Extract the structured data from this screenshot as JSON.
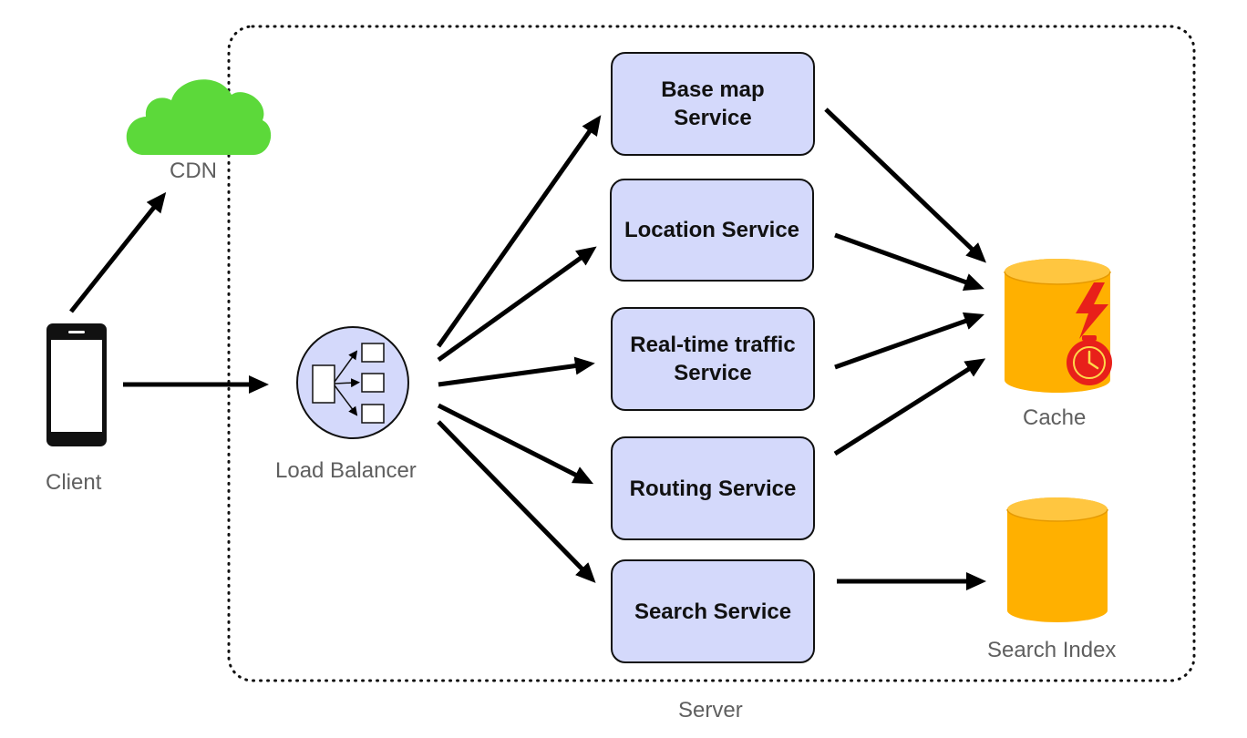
{
  "server_boundary": {
    "label": "Server"
  },
  "nodes": {
    "client": {
      "label": "Client",
      "icon": "smartphone-icon"
    },
    "cdn": {
      "label": "CDN",
      "icon": "cloud-icon",
      "color": "#5cd93a"
    },
    "load_balancer": {
      "label": "Load Balancer",
      "icon": "load-balancer-icon",
      "color": "#d4d9fb"
    },
    "cache": {
      "label": "Cache",
      "icon": "database-icon",
      "color": "#ffb000"
    },
    "search_index": {
      "label": "Search Index",
      "icon": "database-icon",
      "color": "#ffb000"
    }
  },
  "services": [
    {
      "id": "base-map-service",
      "label": "Base map Service"
    },
    {
      "id": "location-service",
      "label": "Location Service"
    },
    {
      "id": "real-time-traffic-service",
      "label": "Real-time traffic Service"
    },
    {
      "id": "routing-service",
      "label": "Routing Service"
    },
    {
      "id": "search-service",
      "label": "Search Service"
    }
  ],
  "edges": [
    {
      "from": "client",
      "to": "cdn"
    },
    {
      "from": "client",
      "to": "load_balancer"
    },
    {
      "from": "load_balancer",
      "to": "base-map-service"
    },
    {
      "from": "load_balancer",
      "to": "location-service"
    },
    {
      "from": "load_balancer",
      "to": "real-time-traffic-service"
    },
    {
      "from": "load_balancer",
      "to": "routing-service"
    },
    {
      "from": "load_balancer",
      "to": "search-service"
    },
    {
      "from": "base-map-service",
      "to": "cache"
    },
    {
      "from": "location-service",
      "to": "cache"
    },
    {
      "from": "real-time-traffic-service",
      "to": "cache"
    },
    {
      "from": "routing-service",
      "to": "cache"
    },
    {
      "from": "search-service",
      "to": "search_index"
    }
  ],
  "colors": {
    "service_fill": "#d4d9fb",
    "database_fill": "#ffb000",
    "cloud_fill": "#5cd93a",
    "alert_red": "#e8201a",
    "label_gray": "#5f5f5f"
  }
}
